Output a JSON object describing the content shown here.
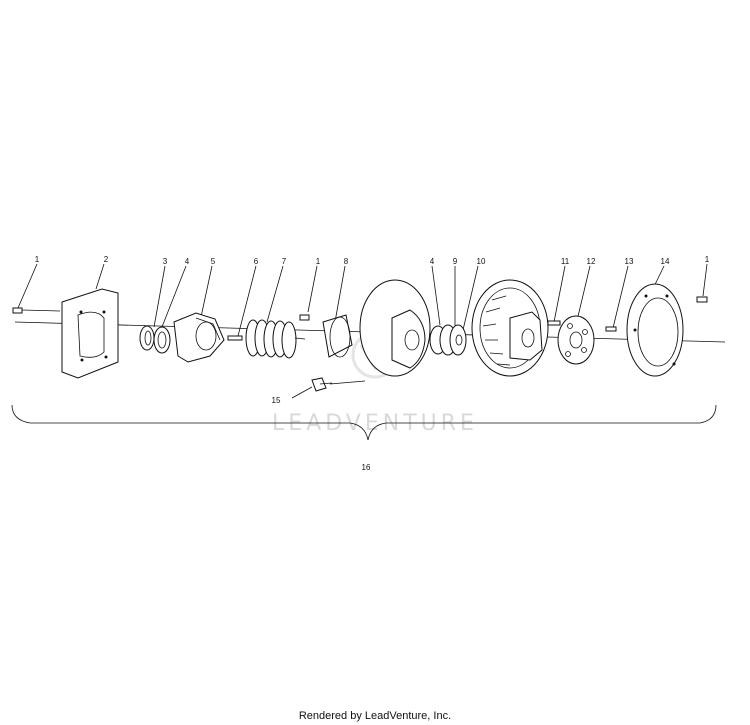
{
  "diagram": {
    "callouts": [
      "1",
      "2",
      "3",
      "4",
      "5",
      "6",
      "7",
      "1",
      "8",
      "4",
      "9",
      "10",
      "11",
      "12",
      "13",
      "14",
      "1",
      "15",
      "16"
    ],
    "watermark": "LEADVENTURE"
  },
  "footer": {
    "credit": "Rendered by LeadVenture, Inc."
  }
}
